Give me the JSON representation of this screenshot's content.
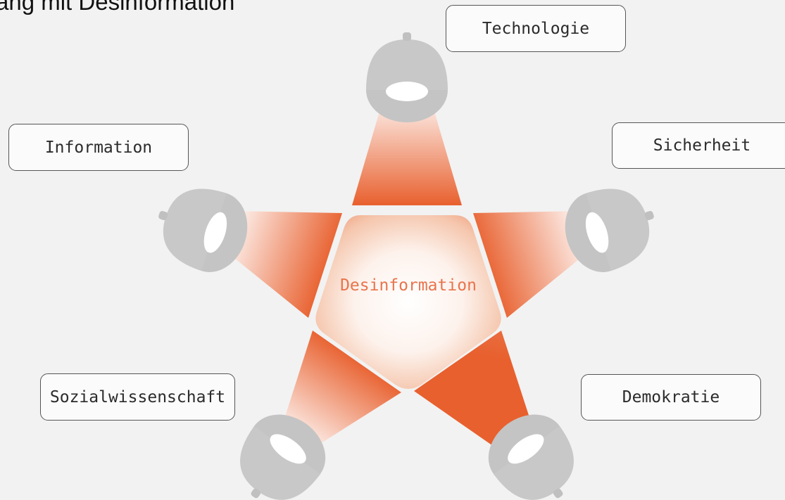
{
  "page": {
    "title": "ang mit Desinformation"
  },
  "diagram": {
    "center_label": "Desinformation",
    "spotlights": [
      {
        "id": "technologie",
        "label": "Technologie"
      },
      {
        "id": "sicherheit",
        "label": "Sicherheit"
      },
      {
        "id": "demokratie",
        "label": "Demokratie"
      },
      {
        "id": "sozialwissenschaft",
        "label": "Sozialwissenschaft"
      },
      {
        "id": "information",
        "label": "Information"
      }
    ],
    "colors": {
      "accent": "#e8602e",
      "accent_text": "#e8744c",
      "lamp": "#c4c4c4",
      "lamp_dark": "#b0b0b0",
      "background": "#f2f2f2"
    },
    "icons": [
      "spotlight-icon"
    ]
  }
}
